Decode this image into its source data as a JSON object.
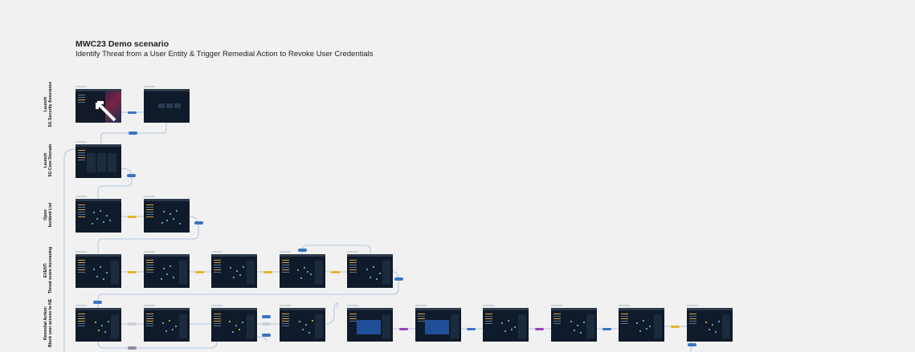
{
  "header": {
    "title": "MWC23 Demo scenario",
    "subtitle": "Identify Threat from a User Entity & Trigger Remedial Action to Revoke User Credentials"
  },
  "rows": [
    {
      "line1": "Launch",
      "line2": "5G Security Assurance"
    },
    {
      "line1": "Launch",
      "line2": "5G Core Domain"
    },
    {
      "line1": "Open",
      "line2": "Incident List"
    },
    {
      "line1": "EVENT:",
      "line2": "Threat score increasing"
    },
    {
      "line1": "Remedial Action:",
      "line2": "Block user access to NE"
    }
  ],
  "colors": {
    "background": "#f1f1f1",
    "screen": "#0f1b2a",
    "connector": "#9fb9d9",
    "chip_blue": "#3a74c4",
    "chip_yellow": "#e9b423",
    "chip_purple": "#9a3fc0"
  }
}
